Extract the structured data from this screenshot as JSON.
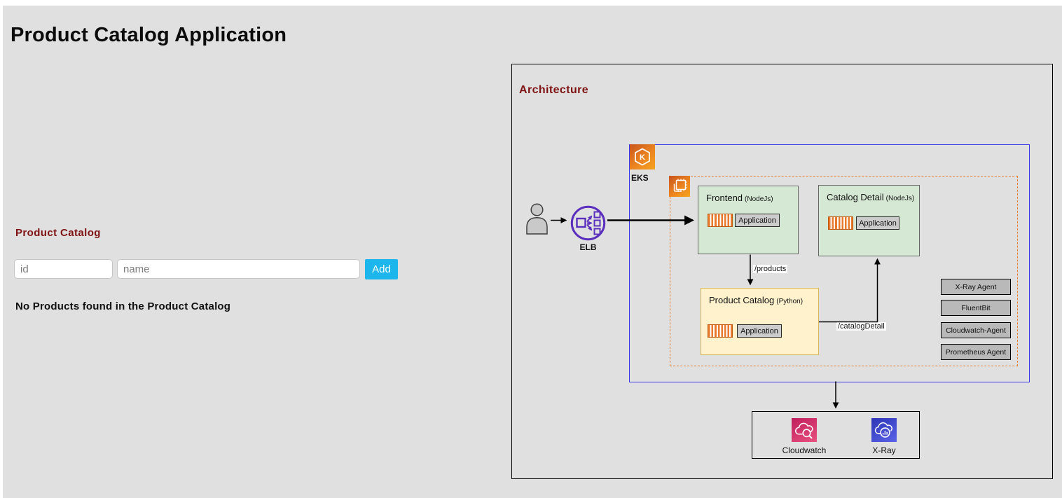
{
  "page": {
    "title": "Product Catalog Application"
  },
  "catalog_form": {
    "heading": "Product Catalog",
    "id_placeholder": "id",
    "name_placeholder": "name",
    "add_button_label": "Add",
    "empty_message": "No Products found in the Product Catalog"
  },
  "architecture": {
    "heading": "Architecture",
    "elb_label": "ELB",
    "eks_label": "EKS",
    "nodes": {
      "frontend": {
        "title": "Frontend",
        "runtime": "(NodeJs)",
        "app_label": "Application"
      },
      "catalog_detail": {
        "title": "Catalog Detail",
        "runtime": "(NodeJs)",
        "app_label": "Application"
      },
      "product_catalog": {
        "title": "Product Catalog",
        "runtime": "(Python)",
        "app_label": "Application"
      }
    },
    "routes": {
      "products": "/products",
      "catalog_detail": "/catalogDetail"
    },
    "agents": [
      "X-Ray Agent",
      "FluentBit",
      "Cloudwatch-Agent",
      "Prometheus Agent"
    ],
    "monitoring": {
      "cloudwatch": "Cloudwatch",
      "xray": "X-Ray"
    },
    "colors": {
      "heading_accent": "#7f1212",
      "add_button": "#1cb5ec",
      "node_green": "#d5e8d4",
      "node_yellow": "#fff2cc",
      "node_yellow_border": "#d6b656",
      "agent_gray": "#b9b9b9",
      "eks_border_blue": "#3b3beb",
      "namespace_dashed_orange": "#e87d2e",
      "aws_orange": "#ec7211",
      "elb_purple": "#5b2fbd",
      "cloudwatch_pink": "#d63568",
      "xray_blue": "#4147c4"
    }
  }
}
